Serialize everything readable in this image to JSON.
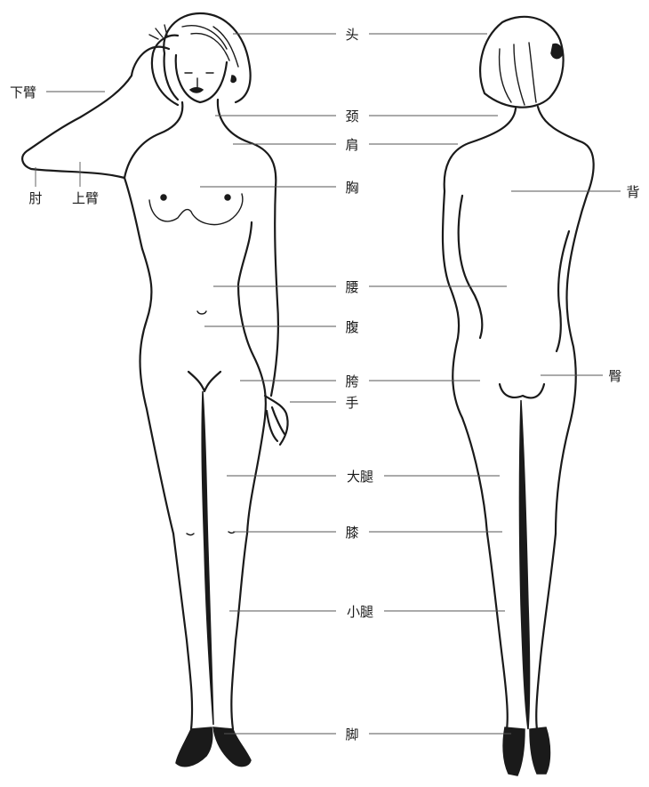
{
  "diagram": {
    "center_labels": {
      "head": "头",
      "neck": "颈",
      "shoulder": "肩",
      "chest": "胸",
      "waist": "腰",
      "abdomen": "腹",
      "hip": "胯",
      "hand": "手",
      "thigh": "大腿",
      "knee": "膝",
      "calf": "小腿",
      "foot": "脚"
    },
    "left_labels": {
      "forearm": "下臂",
      "elbow": "肘",
      "upper_arm": "上臂"
    },
    "right_labels": {
      "back": "背",
      "buttocks": "臀"
    }
  }
}
